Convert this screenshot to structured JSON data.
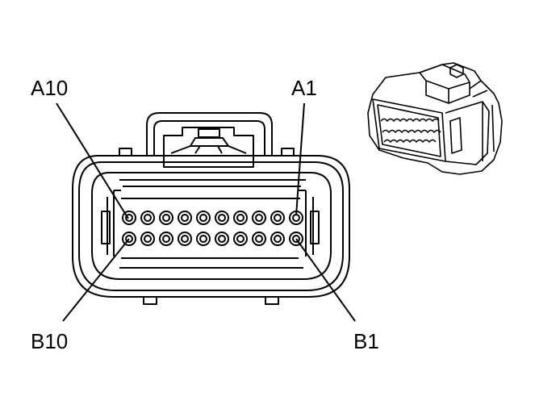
{
  "labels": {
    "a10": "A10",
    "a1": "A1",
    "b10": "B10",
    "b1": "B1"
  },
  "colors": {
    "line": "#000000",
    "background": "#ffffff"
  }
}
